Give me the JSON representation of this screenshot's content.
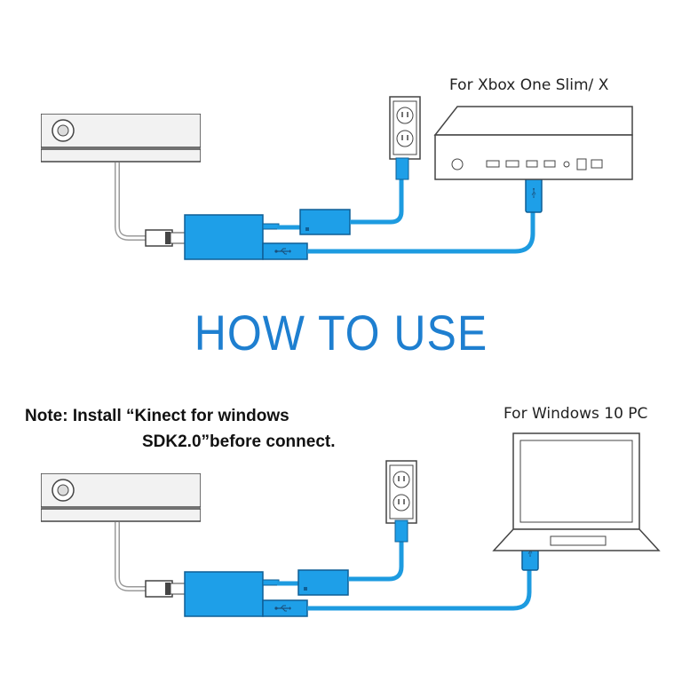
{
  "labels": {
    "xbox_setup": "For Xbox One Slim/ X",
    "pc_setup": "For Windows 10 PC"
  },
  "title": "HOW TO USE",
  "note": {
    "line1": "Note: Install “Kinect for windows",
    "line2": "SDK2.0”before connect."
  },
  "icons": {
    "usb_symbol": "⮋"
  },
  "colors": {
    "cable_blue": "#1d9be0",
    "adapter_blue": "#1e9fe8",
    "title_blue": "#1e7fd0",
    "outline": "#444444"
  }
}
